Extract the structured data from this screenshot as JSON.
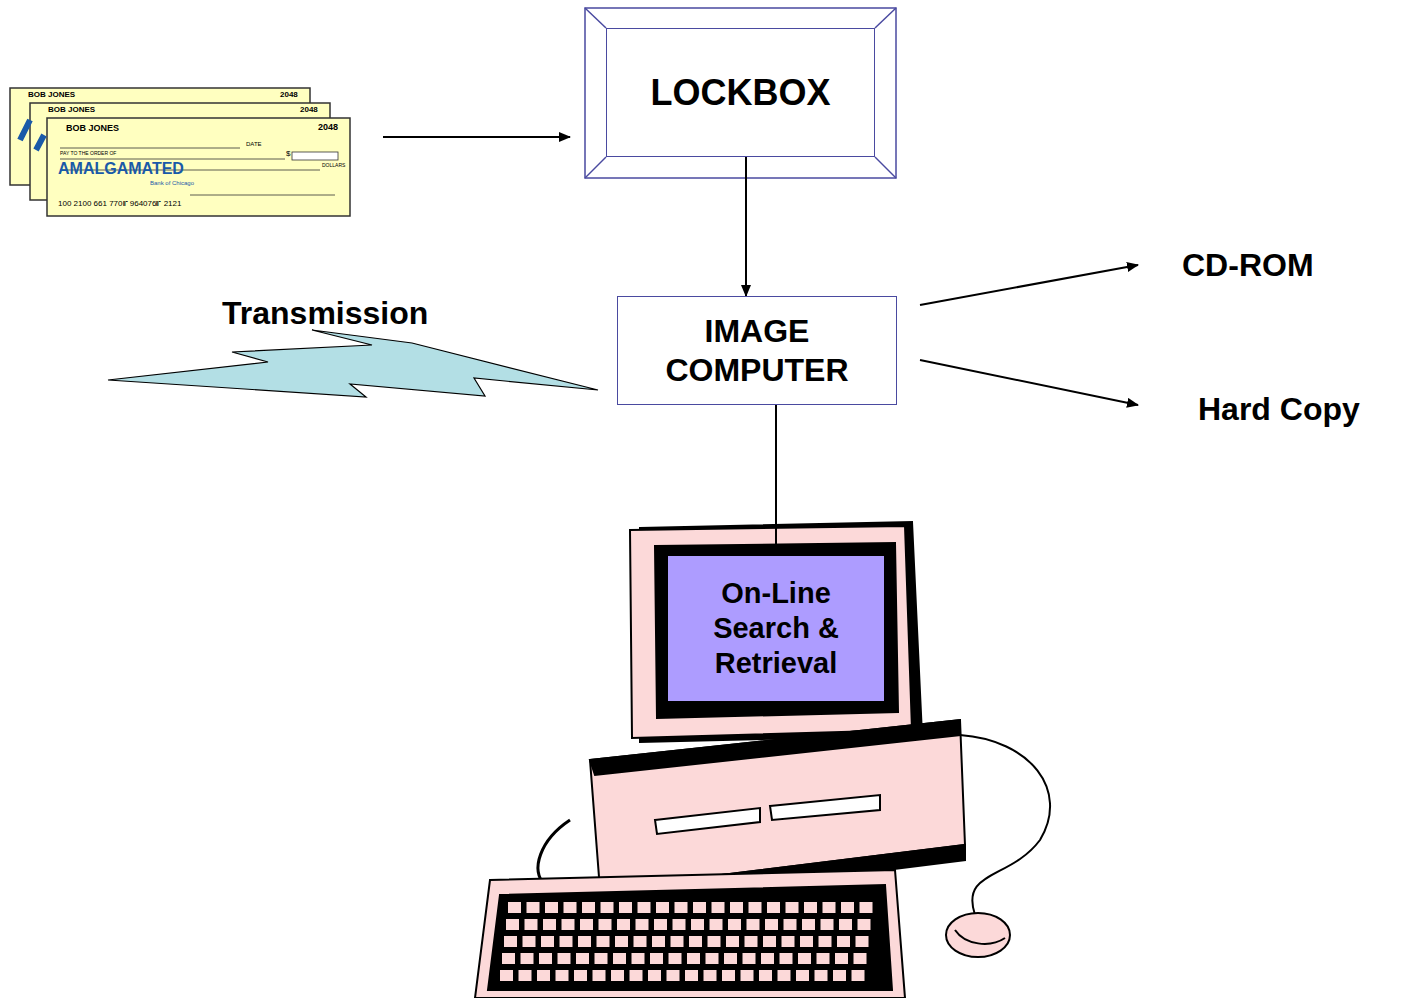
{
  "diagram": {
    "nodes": [
      {
        "text": [
          "LOCKBOX"
        ]
      },
      {
        "text": [
          "IMAGE COMPUTER"
        ]
      },
      {
        "text": [
          "On-Line Search & Retrieval"
        ]
      }
    ],
    "edges": [
      {
        "from": 0,
        "to": 1,
        "arrow": "to"
      },
      {
        "from": 1,
        "to": 2,
        "arrow": "to"
      }
    ],
    "labels": [
      "Transmission",
      "CD-ROM",
      "Hard Copy",
      "BOB JONES",
      "2048",
      "BOB JONES",
      "2048",
      "BOB JONES",
      "2048",
      "DATE",
      "PAY TO THE ORDER OF",
      "$",
      "DOLLARS",
      "AMALGAMATED",
      "Bank of Chicago",
      "100 2100 661 770⑈ 964076⑈ 2121"
    ]
  }
}
